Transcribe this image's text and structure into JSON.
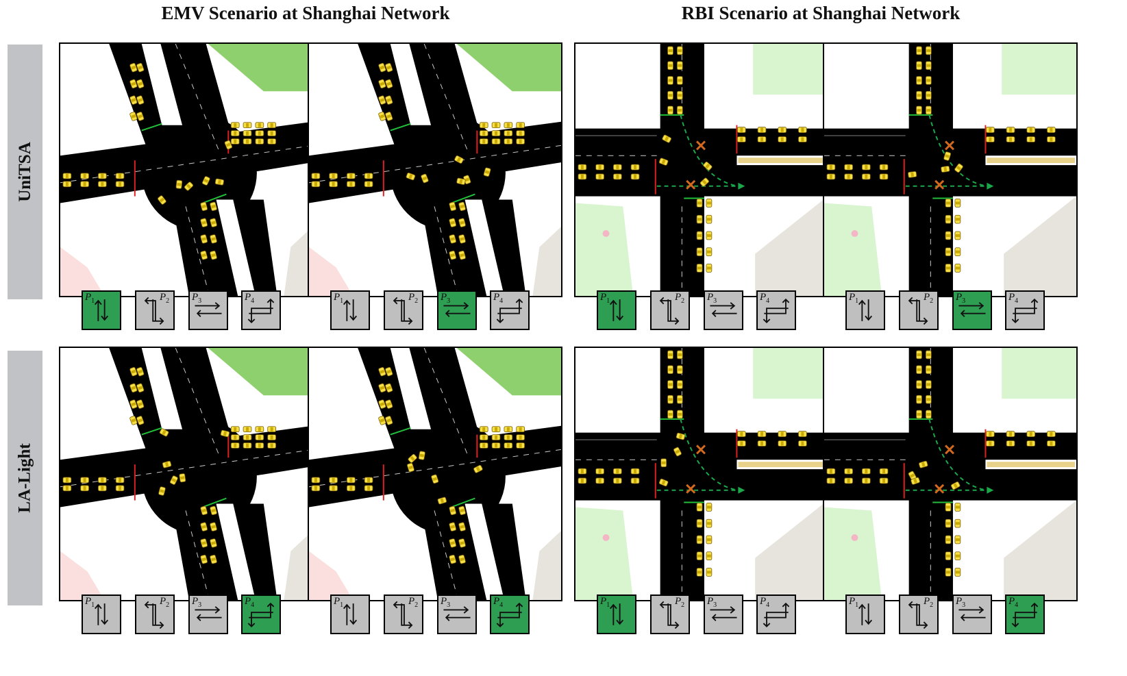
{
  "sections": [
    {
      "id": "emv",
      "title": "EMV Scenario at Shanghai Network"
    },
    {
      "id": "rbi",
      "title": "RBI Scenario at Shanghai Network"
    }
  ],
  "rows": [
    {
      "id": "unitsa",
      "label": "UniTSA"
    },
    {
      "id": "lalight",
      "label": "LA-Light"
    }
  ],
  "phase_labels": [
    {
      "base": "P",
      "sub": "1",
      "icon": "vertical-arrows-icon"
    },
    {
      "base": "P",
      "sub": "2",
      "icon": "vertical-left-turn-arrows-icon"
    },
    {
      "base": "P",
      "sub": "3",
      "icon": "horizontal-arrows-icon"
    },
    {
      "base": "P",
      "sub": "4",
      "icon": "horizontal-left-turn-arrows-icon"
    }
  ],
  "panels": [
    {
      "row": "unitsa",
      "section": "emv",
      "scene": "emv",
      "active_phase": 1
    },
    {
      "row": "unitsa",
      "section": "emv",
      "scene": "emv",
      "active_phase": 3
    },
    {
      "row": "unitsa",
      "section": "rbi",
      "scene": "rbi",
      "active_phase": 1
    },
    {
      "row": "unitsa",
      "section": "rbi",
      "scene": "rbi",
      "active_phase": 3
    },
    {
      "row": "lalight",
      "section": "emv",
      "scene": "emv",
      "active_phase": 4
    },
    {
      "row": "lalight",
      "section": "emv",
      "scene": "emv",
      "active_phase": 4
    },
    {
      "row": "lalight",
      "section": "rbi",
      "scene": "rbi",
      "active_phase": 1
    },
    {
      "row": "lalight",
      "section": "rbi",
      "scene": "rbi",
      "active_phase": 4
    }
  ],
  "colors": {
    "road": "#000000",
    "active_phase": "#2e9e52",
    "inactive_phase": "#bfbfbf",
    "row_label_bg": "#c0c2c5",
    "vehicle": "#f5e04a",
    "stop_line_red": "#e02020",
    "stop_line_green": "#22c03a",
    "route_dash": "#1aa84a",
    "conflict_mark": "#d2691e",
    "park_green_dark": "#8fd06e",
    "park_green_light": "#d8f5cf",
    "land_gray": "#e6e4dc",
    "land_pink": "#fbdede"
  }
}
